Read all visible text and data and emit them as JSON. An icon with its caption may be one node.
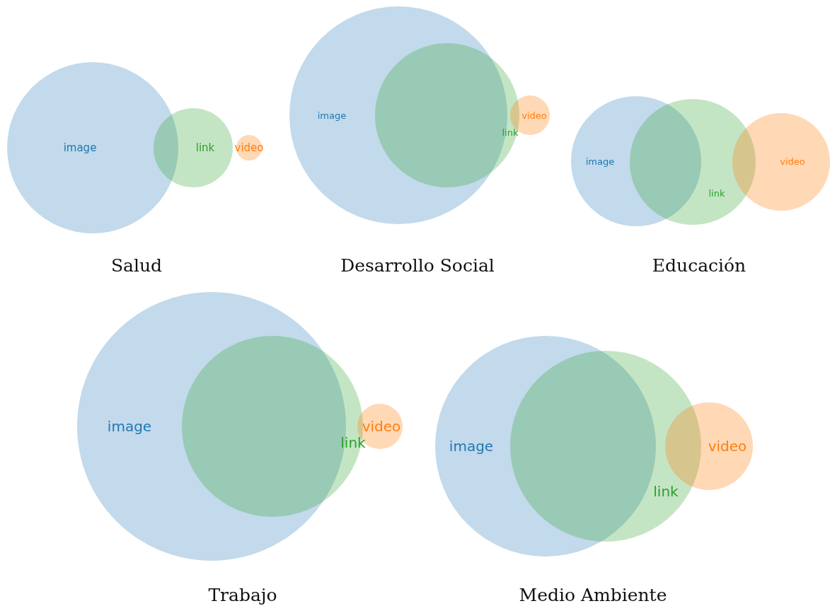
{
  "diagram": {
    "nodes": [
      {
        "text": [
          "image"
        ]
      },
      {
        "text": [
          "link"
        ]
      },
      {
        "text": [
          "video"
        ]
      },
      {
        "text": [
          "image"
        ]
      },
      {
        "text": [
          "link"
        ]
      },
      {
        "text": [
          "video"
        ]
      },
      {
        "text": [
          "image"
        ]
      },
      {
        "text": [
          "link"
        ]
      },
      {
        "text": [
          "video"
        ]
      },
      {
        "text": [
          "image"
        ]
      },
      {
        "text": [
          "link"
        ]
      },
      {
        "text": [
          "video"
        ]
      },
      {
        "text": [
          "image"
        ]
      },
      {
        "text": [
          "link"
        ]
      },
      {
        "text": [
          "video"
        ]
      }
    ],
    "labels": [
      "Salud",
      "Desarrollo Social",
      "Educación",
      "Trabajo",
      "Medio Ambiente"
    ]
  }
}
